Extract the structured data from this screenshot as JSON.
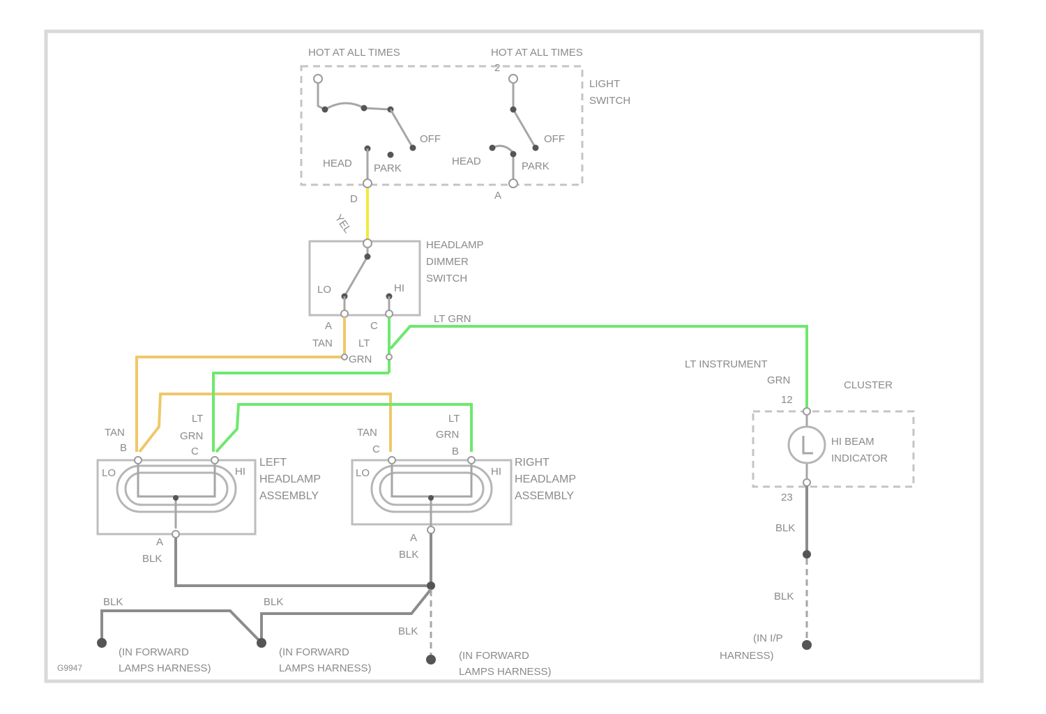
{
  "colors": {
    "yellow_wire": "#f2ea3a",
    "tan_wire": "#f0c86a",
    "lt_grn_wire": "#6ee86e",
    "blk_wire": "#8c8c8c",
    "outline": "#bdbdbd"
  },
  "labels": {
    "hot_1": "HOT AT ALL TIMES",
    "hot_2": "HOT AT ALL TIMES",
    "light_switch_1": "LIGHT",
    "light_switch_2": "SWITCH",
    "off_1": "OFF",
    "off_2": "OFF",
    "head_1": "HEAD",
    "head_2": "HEAD",
    "park_1": "PARK",
    "park_2": "PARK",
    "pin_ls_d": "D",
    "pin_ls_a": "A",
    "pin_ls_2": "2",
    "wire_yel": "YEL",
    "dimmer_1": "HEADLAMP",
    "dimmer_2": "DIMMER",
    "dimmer_3": "SWITCH",
    "lo": "LO",
    "hi": "HI",
    "pin_dim_a": "A",
    "pin_dim_c": "C",
    "tan_1": "TAN",
    "lt_1": "LT",
    "grn_1": "GRN",
    "lt_grn_top": "LT GRN",
    "lt_instrument": "LT INSTRUMENT",
    "grn_cl": "GRN",
    "cluster": "CLUSTER",
    "pin_12": "12",
    "hi_beam_1": "HI BEAM",
    "hi_beam_2": "INDICATOR",
    "pin_23": "23",
    "blk_cl_1": "BLK",
    "blk_cl_2": "BLK",
    "ip_1": "(IN I/P",
    "ip_2": "HARNESS)",
    "tan_left": "TAN",
    "pin_left_b": "B",
    "lt_left": "LT",
    "grn_left": "GRN",
    "pin_left_c": "C",
    "left_hl_1": "LEFT",
    "left_hl_2": "HEADLAMP",
    "left_hl_3": "ASSEMBLY",
    "lo_left": "LO",
    "hi_left": "HI",
    "pin_left_a": "A",
    "blk_left": "BLK",
    "tan_right": "TAN",
    "pin_right_c": "C",
    "lt_right": "LT",
    "grn_right": "GRN",
    "pin_right_b": "B",
    "right_hl_1": "RIGHT",
    "right_hl_2": "HEADLAMP",
    "right_hl_3": "ASSEMBLY",
    "lo_right": "LO",
    "hi_right": "HI",
    "pin_right_a": "A",
    "blk_right": "BLK",
    "blk_g1": "BLK",
    "blk_g2": "BLK",
    "blk_g3": "BLK",
    "g1_1": "(IN FORWARD",
    "g1_2": "LAMPS HARNESS)",
    "g2_1": "(IN FORWARD",
    "g2_2": "LAMPS HARNESS)",
    "g3_1": "(IN FORWARD",
    "g3_2": "LAMPS HARNESS)",
    "figure_id": "G9947"
  }
}
